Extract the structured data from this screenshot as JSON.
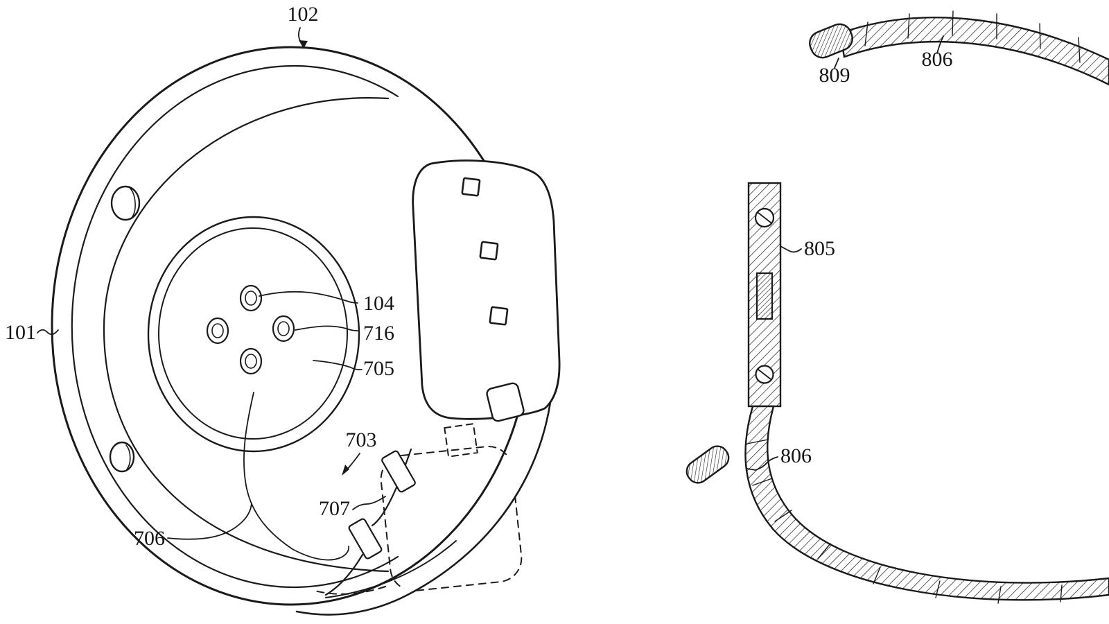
{
  "page": {
    "background": "#ffffff",
    "ink": "#1a1a1a"
  },
  "figure_left": {
    "labels": {
      "ref_102": "102",
      "ref_101": "101",
      "ref_104": "104",
      "ref_716": "716",
      "ref_705": "705",
      "ref_703": "703",
      "ref_707": "707",
      "ref_706": "706"
    }
  },
  "figure_right": {
    "labels": {
      "ref_809": "809",
      "ref_806_top": "806",
      "ref_805": "805",
      "ref_806_bottom": "806"
    }
  }
}
